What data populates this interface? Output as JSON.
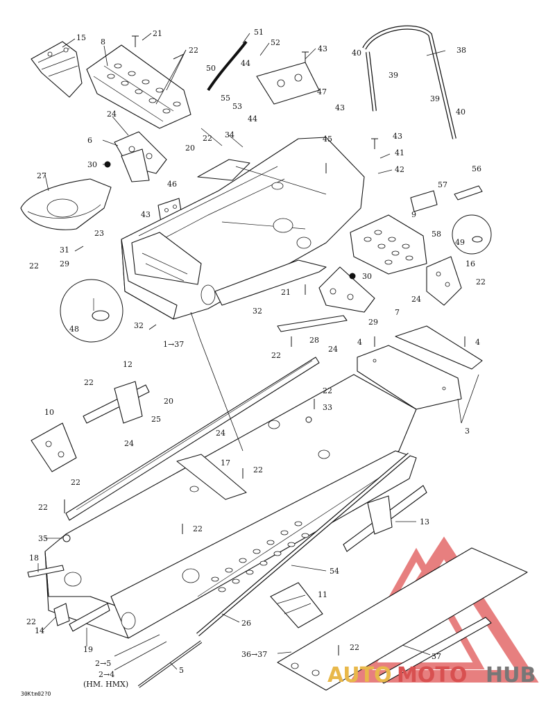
{
  "diagram": {
    "drawing_code": "30Ktm02?O",
    "callouts": [
      "15",
      "8",
      "21",
      "22",
      "24",
      "6",
      "20",
      "30",
      "27",
      "46",
      "23",
      "43",
      "31",
      "29",
      "22",
      "48",
      "32",
      "51",
      "52",
      "43",
      "50",
      "44",
      "55",
      "53",
      "47",
      "44",
      "43",
      "45",
      "34",
      "22",
      "38",
      "40",
      "39",
      "39",
      "40",
      "43",
      "41",
      "42",
      "56",
      "57",
      "9",
      "58",
      "49",
      "16",
      "22",
      "30",
      "21",
      "24",
      "7",
      "32",
      "29",
      "28",
      "22",
      "4",
      "4",
      "3",
      "1→37",
      "24",
      "22",
      "33",
      "12",
      "22",
      "20",
      "25",
      "24",
      "10",
      "22",
      "24",
      "17",
      "22",
      "22",
      "35",
      "22",
      "54",
      "18",
      "11",
      "13",
      "14",
      "22",
      "19",
      "26",
      "36→37",
      "22",
      "37",
      "2→5",
      "2→4",
      "(HM. HMX)",
      "5"
    ]
  },
  "watermark": {
    "auto": "AUTO",
    "moto": "MOTO",
    "hub": "HUB",
    "colors": {
      "auto": "#e8b84a",
      "moto": "#d85050",
      "hub": "#777777",
      "logo": "#e05555"
    }
  }
}
